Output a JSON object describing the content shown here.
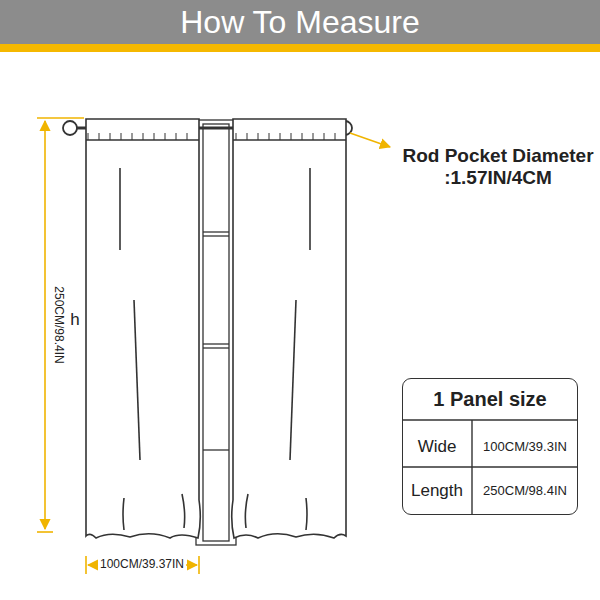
{
  "diagram": {
    "title": "How To Measure",
    "nodes": [
      {
        "text": [
          "1 Panel size"
        ]
      }
    ],
    "labels": [
      "Rod Pocket Diameter :1.57IN/4CM",
      "250CM/98.4IN",
      "h",
      "100CM/39.37IN",
      "Wide",
      "100CM/39.3IN",
      "Length",
      "250CM/98.4IN"
    ]
  }
}
